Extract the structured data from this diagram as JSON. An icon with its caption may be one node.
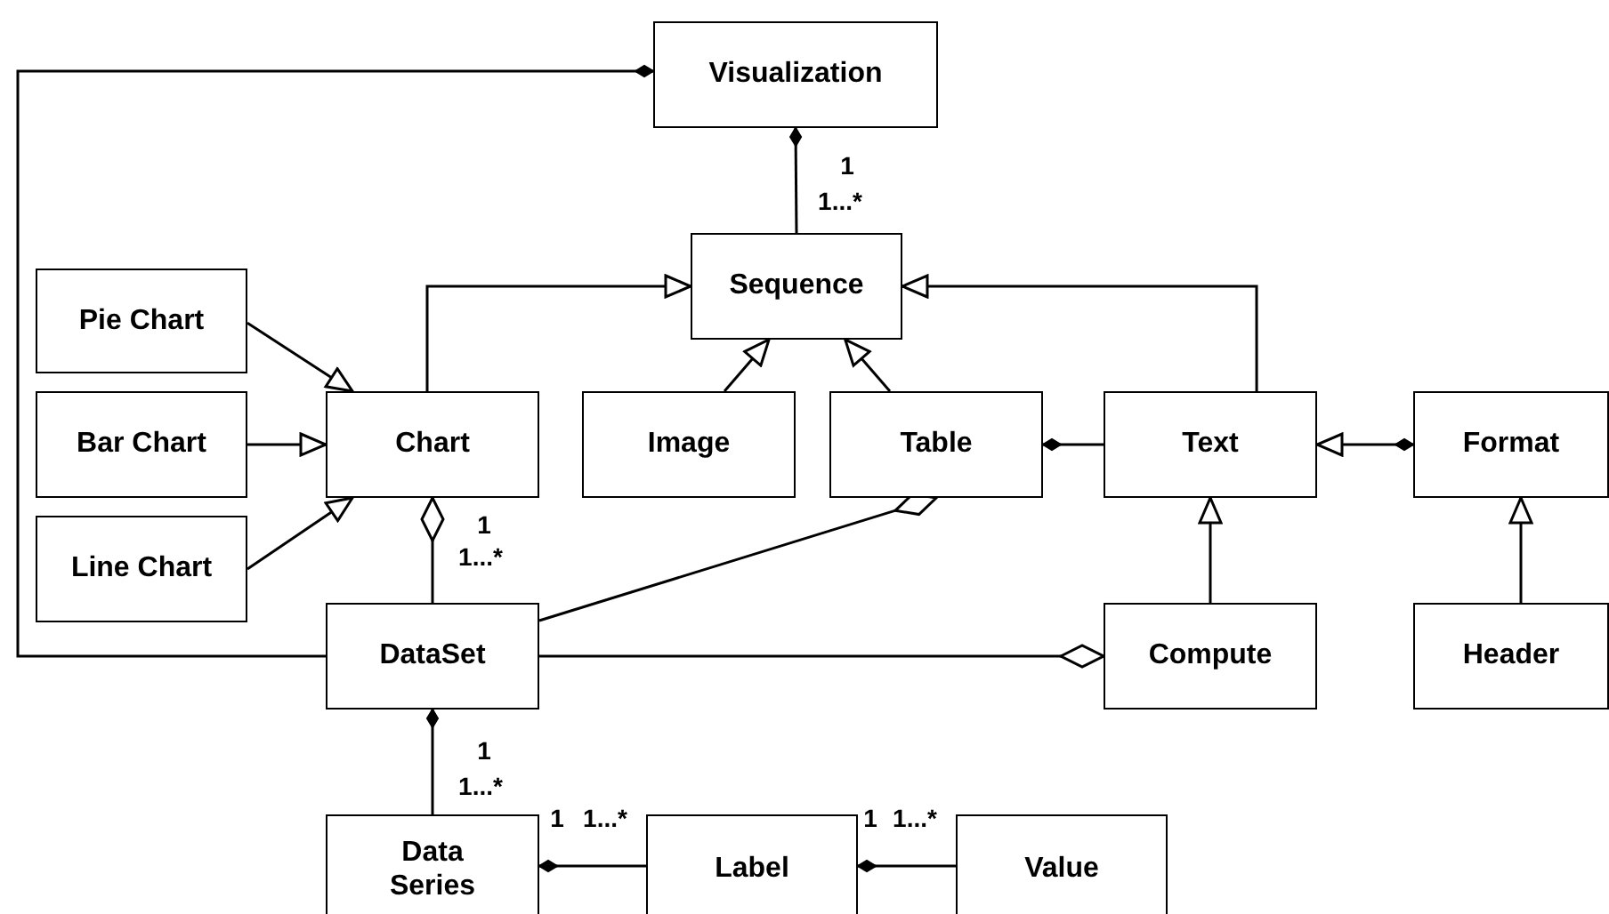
{
  "diagram": {
    "nodes": [
      {
        "text": [
          "Visualization"
        ]
      },
      {
        "text": [
          "Sequence"
        ]
      },
      {
        "text": [
          "Pie Chart"
        ]
      },
      {
        "text": [
          "Bar Chart"
        ]
      },
      {
        "text": [
          "Chart"
        ]
      },
      {
        "text": [
          "Image"
        ]
      },
      {
        "text": [
          "Table"
        ]
      },
      {
        "text": [
          "Text"
        ]
      },
      {
        "text": [
          "Format"
        ]
      },
      {
        "text": [
          "Line Chart"
        ]
      },
      {
        "text": [
          "DataSet"
        ]
      },
      {
        "text": [
          "Compute"
        ]
      },
      {
        "text": [
          "Header"
        ]
      },
      {
        "text": [
          "Data Series"
        ]
      },
      {
        "text": [
          "Label"
        ]
      },
      {
        "text": [
          "Value"
        ]
      }
    ],
    "edges": [
      {
        "from": 10,
        "to": 0,
        "arrow": "other"
      },
      {
        "from": 1,
        "to": 0,
        "arrow": "other"
      },
      {
        "from": 2,
        "to": 4,
        "arrow": "to"
      },
      {
        "from": 3,
        "to": 4,
        "arrow": "to"
      },
      {
        "from": 9,
        "to": 4,
        "arrow": "to"
      },
      {
        "from": 4,
        "to": 1,
        "arrow": "to"
      },
      {
        "from": 5,
        "to": 1,
        "arrow": "to"
      },
      {
        "from": 6,
        "to": 1,
        "arrow": "to"
      },
      {
        "from": 7,
        "to": 1,
        "arrow": "to"
      },
      {
        "from": 7,
        "to": 6,
        "arrow": "other"
      },
      {
        "from": 8,
        "to": 7,
        "arrow": "to"
      },
      {
        "from": 10,
        "to": 4,
        "arrow": "other"
      },
      {
        "from": 10,
        "to": 6,
        "arrow": "other"
      },
      {
        "from": 10,
        "to": 11,
        "arrow": "other"
      },
      {
        "from": 11,
        "to": 7,
        "arrow": "to"
      },
      {
        "from": 12,
        "to": 8,
        "arrow": "to"
      },
      {
        "from": 13,
        "to": 10,
        "arrow": "other"
      },
      {
        "from": 14,
        "to": 13,
        "arrow": "other"
      },
      {
        "from": 15,
        "to": 14,
        "arrow": "other"
      }
    ],
    "labels": [
      "1",
      "1...*",
      "1",
      "1...*",
      "1",
      "1...*",
      "1",
      "1...*",
      "1",
      "1...*"
    ]
  }
}
